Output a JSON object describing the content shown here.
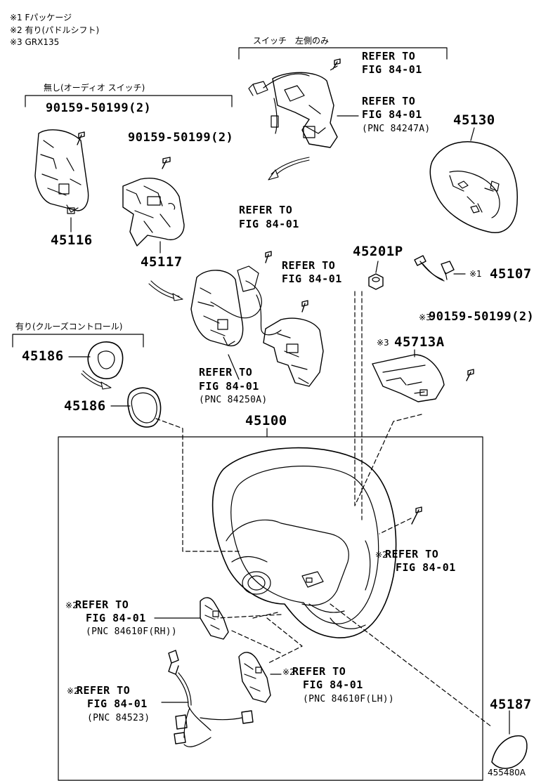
{
  "notes": [
    "※1 Fパッケージ",
    "※2 有り(パドルシフト)",
    "※3 GRX135"
  ],
  "groups": {
    "switch_left_only": "スイッチ　左側のみ",
    "no_audio_switch": "無し(オーディオ スイッチ)",
    "with_cruise_control": "有り(クルーズコントロール)"
  },
  "refs": {
    "refer_to": "REFER TO",
    "fig": "FIG 84-01",
    "pnc_84247a": "(PNC 84247A)",
    "pnc_84250a": "(PNC 84250A)",
    "pnc_84610f_rh": "(PNC 84610F(RH))",
    "pnc_84610f_lh": "(PNC 84610F(LH))",
    "pnc_84523": "(PNC 84523)"
  },
  "marks": {
    "m1": "※1",
    "m2": "※2",
    "m3": "※3"
  },
  "bolt_code": "90159-50199(2)",
  "parts": {
    "p45130": "45130",
    "p45116": "45116",
    "p45117": "45117",
    "p45201p": "45201P",
    "p45107": "45107",
    "p45713a": "45713A",
    "p45186a": "45186",
    "p45186b": "45186",
    "p45100": "45100",
    "p45187": "45187"
  },
  "diagram_code": "455480A"
}
